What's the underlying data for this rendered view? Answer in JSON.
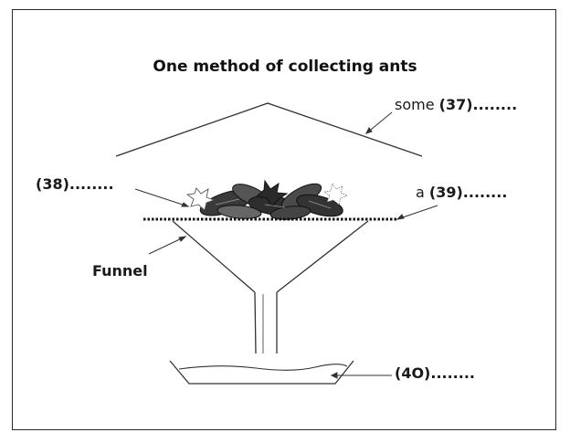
{
  "title": "One method of collecting ants",
  "labels": {
    "q37": {
      "prefix": "some ",
      "number": "(37)",
      "dots": "........"
    },
    "q38": {
      "number": "(38)",
      "dots": "........"
    },
    "q39": {
      "prefix": "a ",
      "number": "(39)",
      "dots": "........"
    },
    "q40": {
      "number": "(4O)",
      "dots": "........"
    },
    "funnel": "Funnel"
  }
}
